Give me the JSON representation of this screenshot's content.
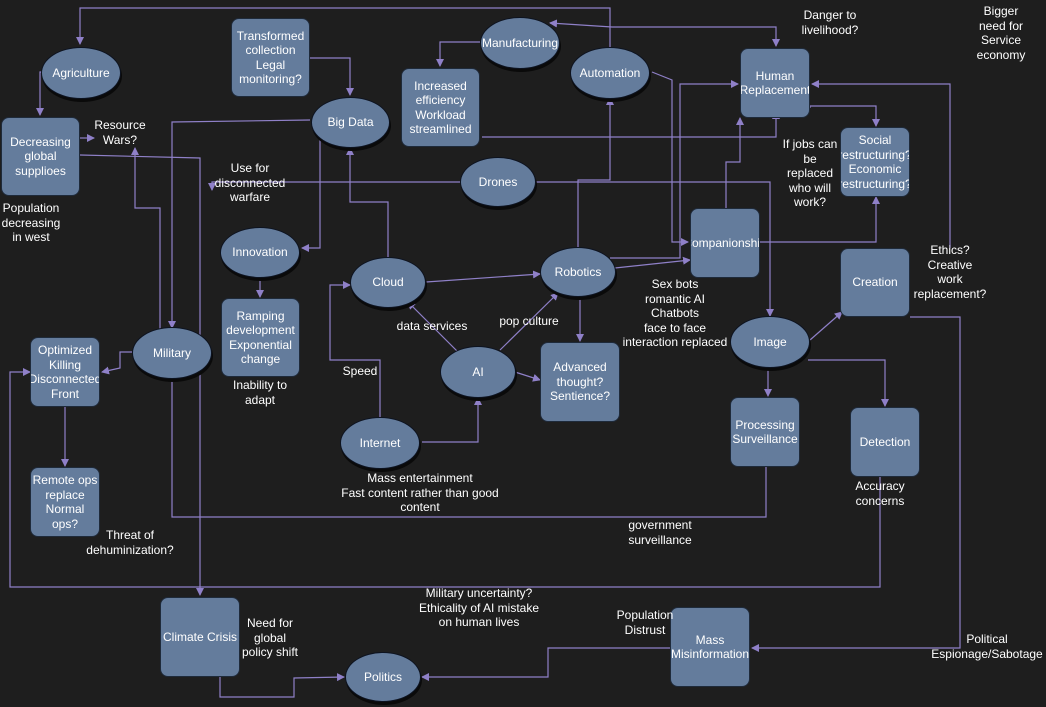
{
  "nodes": {
    "agriculture": "Agriculture",
    "decreasing_supplies": "Decreasing\nglobal\nsupplioes",
    "transformed": "Transformed\ncollection\nLegal\nmonitoring?",
    "big_data": "Big Data",
    "manufacturing": "Manufacturing",
    "increased_efficiency": "Increased\nefficiency\nWorkload\nstreamlined",
    "automation": "Automation",
    "human_replacement": "Human\nReplacement",
    "social_restructuring": "Social\nrestructuring?\nEconomic\nrestructuring?",
    "drones": "Drones",
    "companionship": "Companionship",
    "innovation": "Innovation",
    "ramping": "Ramping\ndevelopment\nExponential\nchange",
    "cloud": "Cloud",
    "robotics": "Robotics",
    "creation": "Creation",
    "optimized_killing": "Optimized\nKilling\nDisconnected\nFront",
    "military": "Military",
    "ai": "AI",
    "advanced_thought": "Advanced\nthought?\nSentience?",
    "image": "Image",
    "processing_surveillance": "Processing\nSurveillance",
    "detection": "Detection",
    "internet": "Internet",
    "remote_ops": "Remote ops\nreplace\nNormal\nops?",
    "climate_crisis": "Climate Crisis",
    "politics": "Politics",
    "mass_misinformation": "Mass\nMisinformation"
  },
  "labels": {
    "danger_livelihood": "Danger to\nlivelihood?",
    "bigger_need": "Bigger\nneed for\nService\neconomy",
    "resource_wars": "Resource\nWars?",
    "population_decreasing": "Population\ndecreasing\nin west",
    "use_for_disconnected": "Use for\ndisconnected\nwarfare",
    "jobs_replaced": "If jobs can\nbe\nreplaced\nwho will\nwork?",
    "ethics": "Ethics?\nCreative\nwork\nreplacement?",
    "sex_bots": "Sex bots\nromantic AI\nChatbots\nface to face\ninteraction replaced",
    "data_services": "data services",
    "pop_culture": "pop culture",
    "inability": "Inability to\nadapt",
    "speed": "Speed",
    "mass_entertainment": "Mass entertainment\nFast content rather than good\ncontent",
    "accuracy": "Accuracy\nconcerns",
    "threat_dehumanization": "Threat of\ndehuminization?",
    "government_surveillance": "government\nsurveillance",
    "military_uncertainty": "Military uncertainty?\nEthicality of AI mistake\non human lives",
    "need_global_policy": "Need for\nglobal\npolicy shift",
    "population_distrust": "Population\nDistrust",
    "political_espionage": "Political\nEspionage/Sabotage"
  },
  "colors": {
    "background": "#1e1e1e",
    "node_fill": "#647c9c",
    "connector": "#8f80c8",
    "text": "#ffffff"
  }
}
